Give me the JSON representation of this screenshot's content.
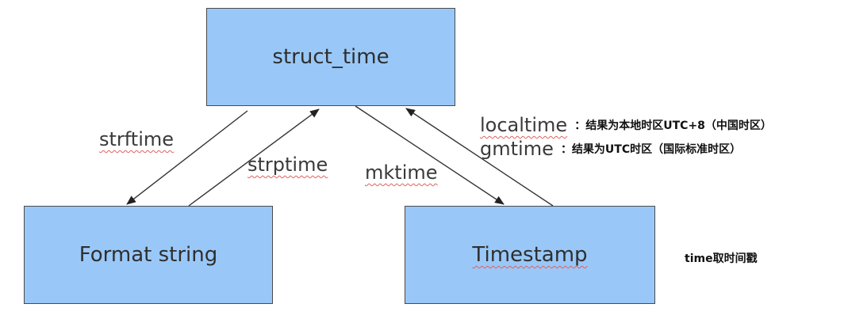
{
  "nodes": {
    "struct_time": "struct_time",
    "format_string": "Format string",
    "timestamp": "Timestamp"
  },
  "edges": {
    "strftime": "strftime",
    "strptime": "strptime",
    "mktime": "mktime",
    "localtime": "localtime",
    "gmtime": "gmtime"
  },
  "notes": {
    "localtime_note": "：结果为本地时区UTC+8（中国时区）",
    "gmtime_note": "：结果为UTC时区（国际标准时区）",
    "timestamp_note": "time取时间戳"
  },
  "colors": {
    "box_fill": "#99c8f8",
    "box_border": "#4a4a4a",
    "arrow": "#333333",
    "spellcheck_underline": "#e06060"
  }
}
